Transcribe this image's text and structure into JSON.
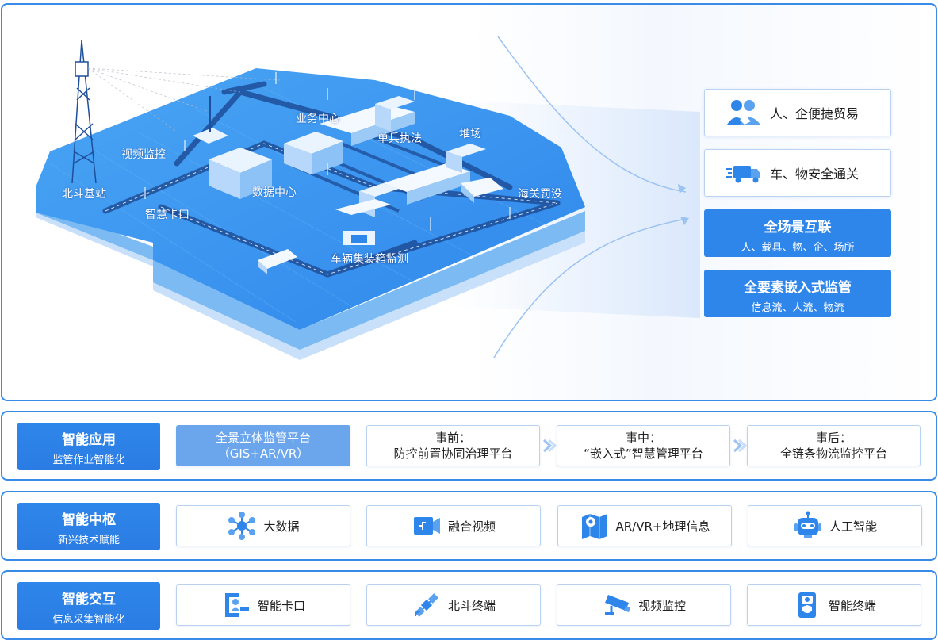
{
  "scene": {
    "labels": {
      "beidou_station": "北斗基站",
      "video_monitor": "视频监控",
      "smart_checkpoint": "智慧卡口",
      "business_center": "业务中心",
      "data_center": "数据中心",
      "single_enforcement": "单兵执法",
      "yard": "堆场",
      "customs_confiscation": "海关罚没",
      "vehicle_container_monitor": "车辆集装箱监测"
    },
    "right_boxes": {
      "trade": "人、企便捷贸易",
      "clearance": "车、物安全通关",
      "interconnect_title": "全场景互联",
      "interconnect_sub": "人、载具、物、企、场所",
      "embedded_title": "全要素嵌入式监管",
      "embedded_sub": "信息流、人流、物流"
    }
  },
  "rows": {
    "app": {
      "title": "智能应用",
      "subtitle": "监管作业智能化",
      "platform_line1": "全景立体监管平台",
      "platform_line2": "（GIS+AR/VR）",
      "before_line1": "事前：",
      "before_line2": "防控前置协同治理平台",
      "during_line1": "事中：",
      "during_line2": "“嵌入式”智慧管理平台",
      "after_line1": "事后：",
      "after_line2": "全链条物流监控平台"
    },
    "hub": {
      "title": "智能中枢",
      "subtitle": "新兴技术赋能",
      "items": [
        "大数据",
        "融合视频",
        "AR/VR+地理信息",
        "人工智能"
      ]
    },
    "interact": {
      "title": "智能交互",
      "subtitle": "信息采集智能化",
      "items": [
        "智能卡口",
        "北斗终端",
        "视频监控",
        "智能终端"
      ]
    }
  },
  "colors": {
    "accent": "#2f86ea",
    "border": "#3a8be8",
    "light_fill": "#6ba6ec"
  },
  "icons": [
    "users-handshake-icon",
    "truck-icon",
    "network-nodes-icon",
    "video-camera-icon",
    "map-pin-icon",
    "robot-icon",
    "id-checkpoint-icon",
    "satellite-icon",
    "cctv-camera-icon",
    "smart-terminal-icon"
  ]
}
